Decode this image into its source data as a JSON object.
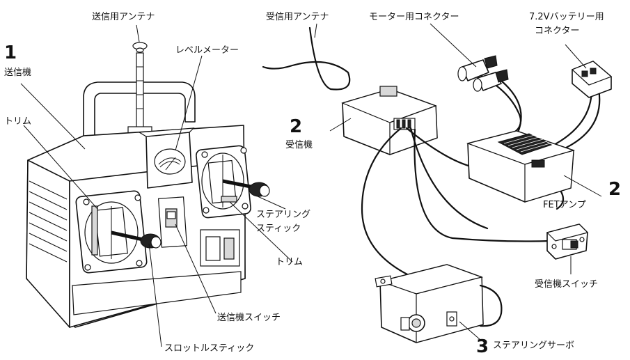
{
  "labels": {
    "tx_antenna": "送信用アンテナ",
    "rx_antenna": "受信用アンテナ",
    "motor_connector": "モーター用コネクター",
    "battery_connector_line1": "7.2Vバッテリー用",
    "battery_connector_line2": "コネクター",
    "level_meter": "レベルメーター",
    "transmitter": "送信機",
    "trim_left": "トリム",
    "receiver": "受信機",
    "steering_stick_line1": "ステアリング",
    "steering_stick_line2": "スティック",
    "trim_right": "トリム",
    "fet_amp": "FETアンプ",
    "receiver_switch": "受信機スイッチ",
    "transmitter_switch": "送信機スイッチ",
    "throttle_stick": "スロットルスティック",
    "steering_servo": "ステアリングサーボ"
  },
  "numbers": {
    "transmitter": "1",
    "receiver": "2",
    "fet_amp": "2",
    "servo": "3"
  }
}
